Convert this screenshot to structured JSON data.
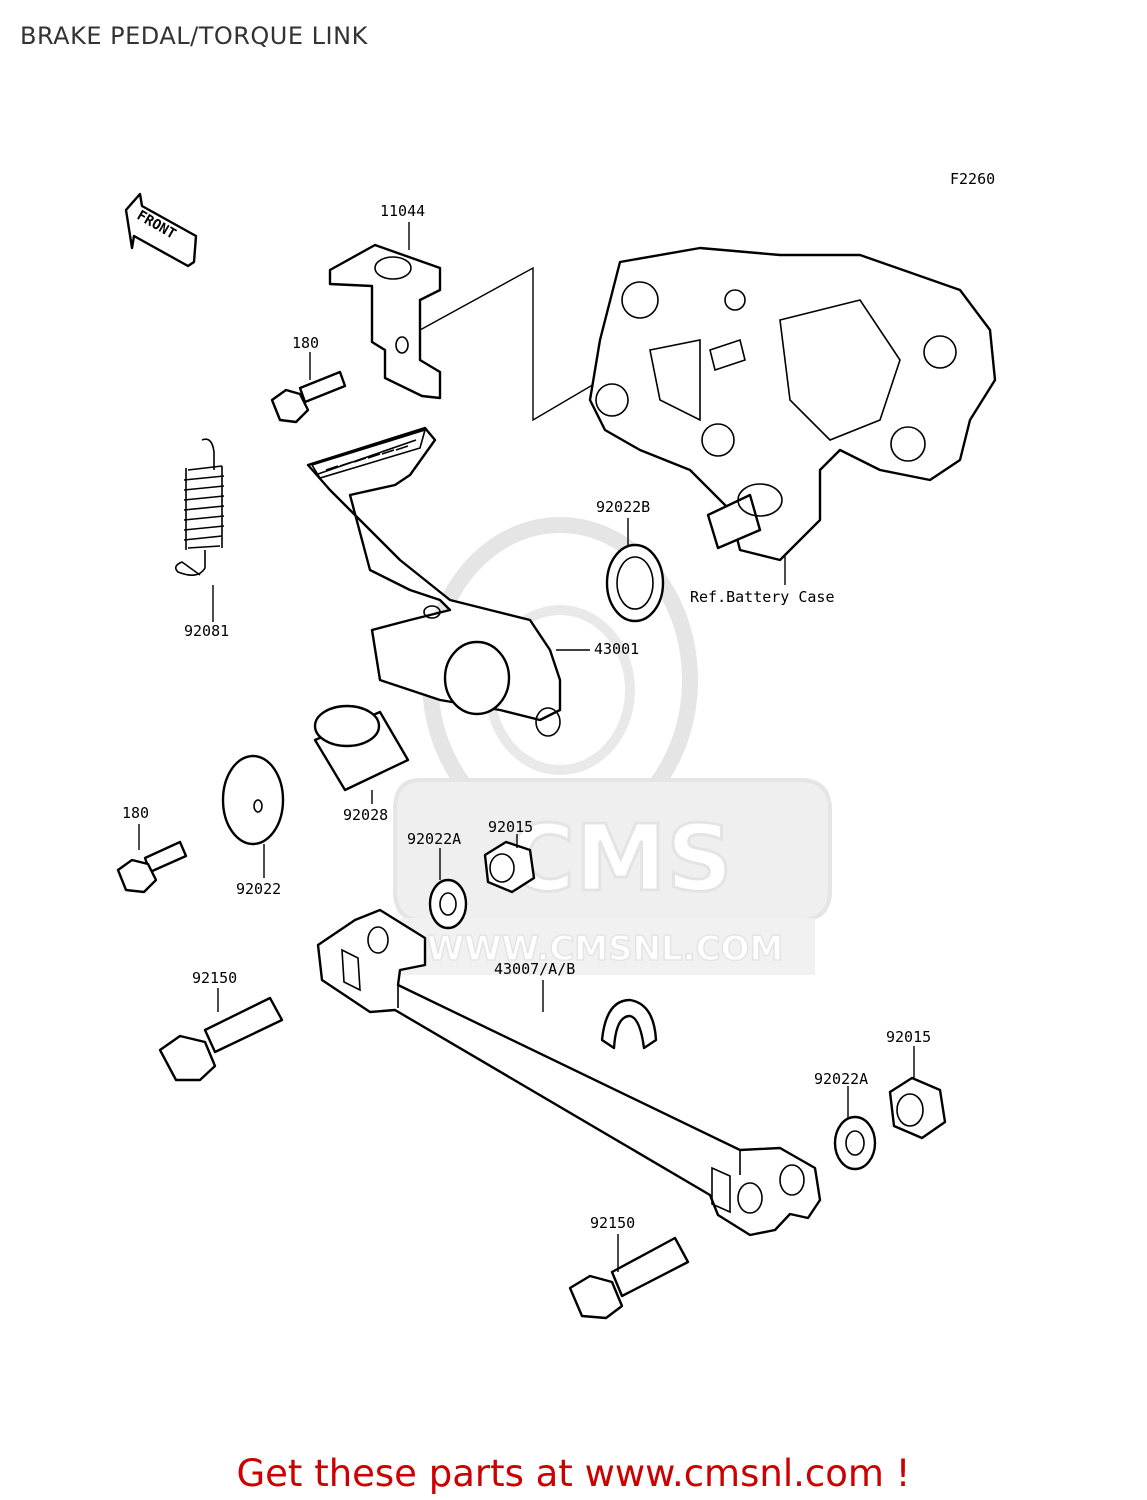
{
  "title": "BRAKE PEDAL/TORQUE LINK",
  "figure_code": "F2260",
  "front_marker": "FRONT",
  "callouts": {
    "c11044": "11044",
    "c180_top": "180",
    "c92081": "92081",
    "c92022B": "92022B",
    "ref_battery": "Ref.Battery Case",
    "c43001": "43001",
    "c180_left": "180",
    "c92022": "92022",
    "c92028": "92028",
    "c92015_top": "92015",
    "c92022A_top": "92022A",
    "c92150_left": "92150",
    "c43007": "43007/A/B",
    "c92015_right": "92015",
    "c92022A_right": "92022A",
    "c92150_bottom": "92150"
  },
  "watermark": {
    "brand": "CMS",
    "url": "WWW.CMSNL.COM"
  },
  "footer": "Get these parts at www.cmsnl.com !"
}
